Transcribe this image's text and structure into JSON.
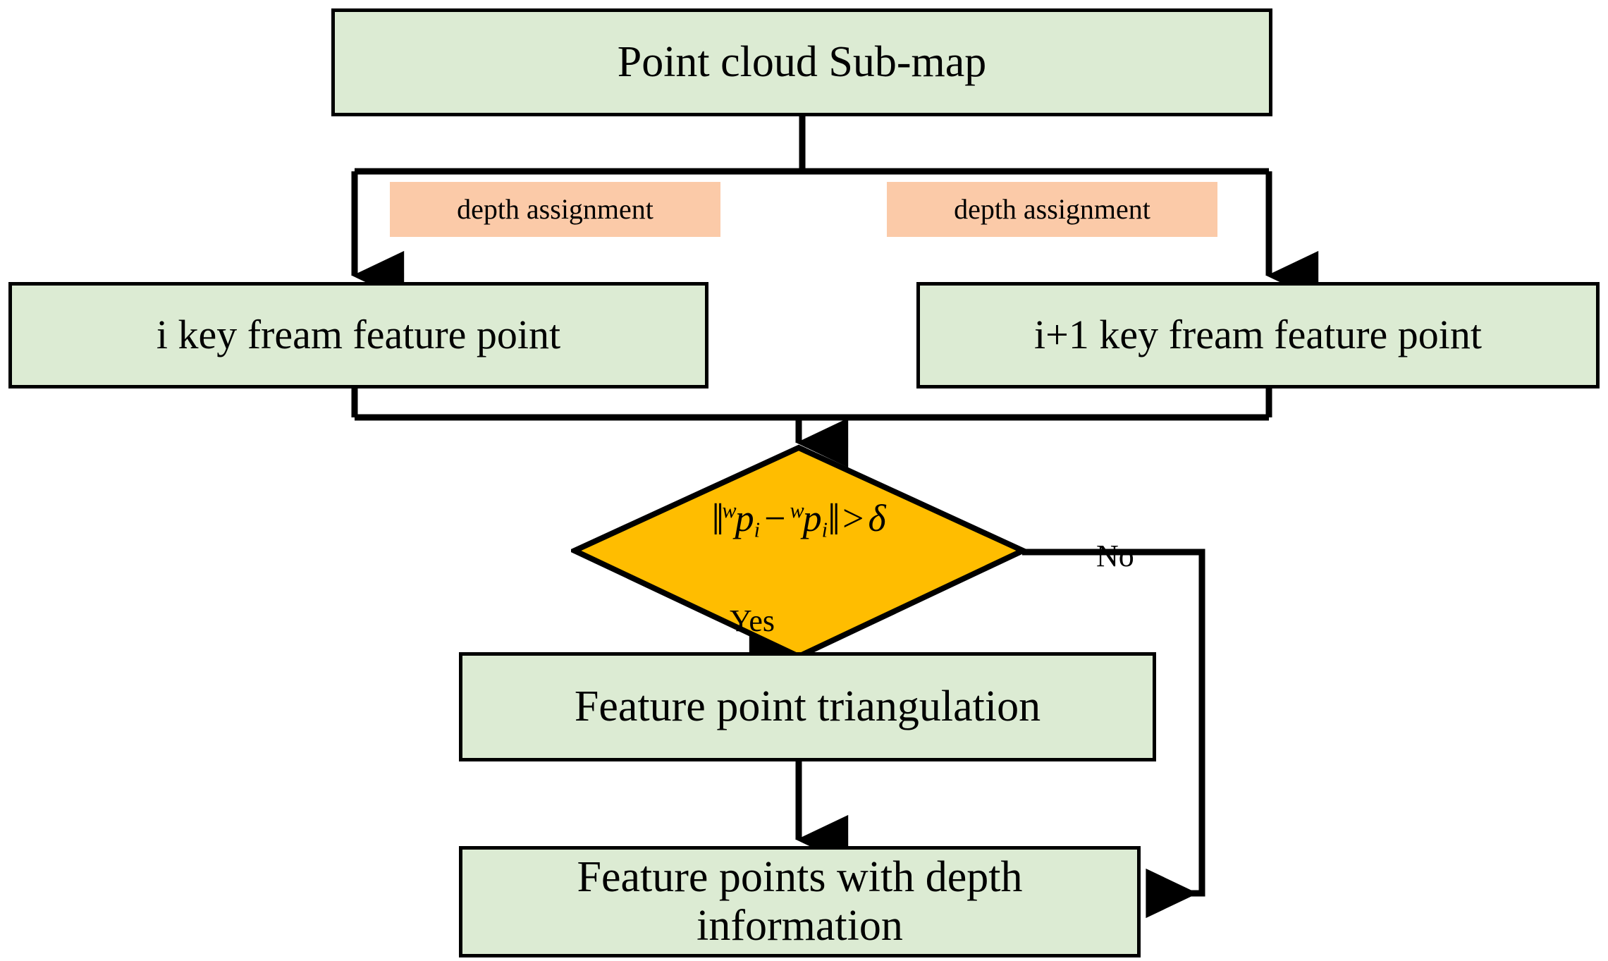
{
  "diagram": {
    "title": "Feature point depth assignment and triangulation flowchart",
    "colors": {
      "process_fill": "#dcebd3",
      "tag_fill": "#fbcaa8",
      "decision_fill": "#ffbd00",
      "stroke": "#000000",
      "background": "#ffffff"
    },
    "nodes": {
      "source": {
        "label": "Point cloud Sub-map"
      },
      "tag_left": {
        "label": "depth assignment"
      },
      "tag_right": {
        "label": "depth assignment"
      },
      "frame_i": {
        "label": "i key fream feature point"
      },
      "frame_i1": {
        "label": "i+1 key fream feature point"
      },
      "decision": {
        "formula_text": "‖ w p i − w p i ‖ > δ",
        "norm_open": "‖",
        "norm_close": "‖",
        "superscript": "w",
        "base": "p",
        "subscript": "i",
        "minus": "−",
        "comparator": ">",
        "threshold": "δ"
      },
      "triangulation": {
        "label": "Feature point triangulation"
      },
      "result": {
        "line1": "Feature points with depth",
        "line2": "information"
      }
    },
    "edge_labels": {
      "yes": "Yes",
      "no": "No"
    }
  }
}
